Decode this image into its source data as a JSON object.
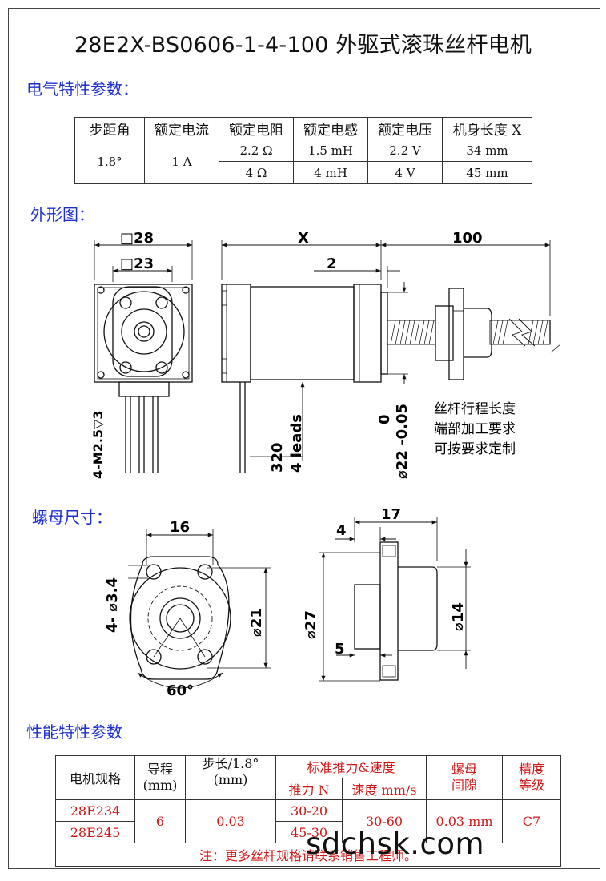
{
  "title": "28E2X-BS0606-1-4-100 外驱式滚珠丝杆电机",
  "sections": {
    "electrical": "电气特性参数：",
    "outline": "外形图：",
    "nut": "螺母尺寸：",
    "performance": "性能特性参数"
  },
  "electrical_table": {
    "headers": [
      "步距角",
      "额定电流",
      "额定电阻",
      "额定电感",
      "额定电压",
      "机身长度 X"
    ],
    "step_angle": "1.8°",
    "current": "1 A",
    "rows": [
      {
        "resistance": "2.2  Ω",
        "inductance": "1.5 mH",
        "voltage": "2.2 V",
        "length": "34 mm"
      },
      {
        "resistance": "4  Ω",
        "inductance": "4 mH",
        "voltage": "4 V",
        "length": "45 mm"
      }
    ]
  },
  "outline_drawing": {
    "sq28": "□28",
    "sq23": "□23",
    "x": "X",
    "dim2": "2",
    "dim100": "100",
    "mount_hole": "4-M2.5▽3",
    "leads_len": "320",
    "leads": "4 leads",
    "tol_zero": "0",
    "tol_dia": "⌀22 -0.05",
    "note_lines": [
      "丝杆行程长度",
      "端部加工要求",
      "可按要求定制"
    ]
  },
  "nut_drawing": {
    "dim16": "16",
    "holes": "4- ⌀3.4",
    "dia21": "⌀21",
    "angle": "60°",
    "dim17": "17",
    "dim4": "4",
    "dia27": "⌀27",
    "dim5": "5",
    "dia14": "⌀14"
  },
  "performance_table": {
    "h_model": "电机规格",
    "h_lead": [
      "导程",
      "(mm)"
    ],
    "h_step": [
      "步长/1.8°",
      "(mm)"
    ],
    "h_thrust_group": "标准推力&速度",
    "h_thrust": "推力 N",
    "h_speed": "速度 mm/s",
    "h_backlash": [
      "螺母",
      "间隙"
    ],
    "h_grade": [
      "精度",
      "等级"
    ],
    "models": [
      "28E234",
      "28E245"
    ],
    "lead": "6",
    "step": "0.03",
    "thrust": [
      "30-20",
      "45-30"
    ],
    "speed": "30-60",
    "backlash": "0.03 mm",
    "grade": "C7",
    "note": "注：更多丝杆规格请联系销售工程师。"
  },
  "watermark": "sdchsk.com"
}
